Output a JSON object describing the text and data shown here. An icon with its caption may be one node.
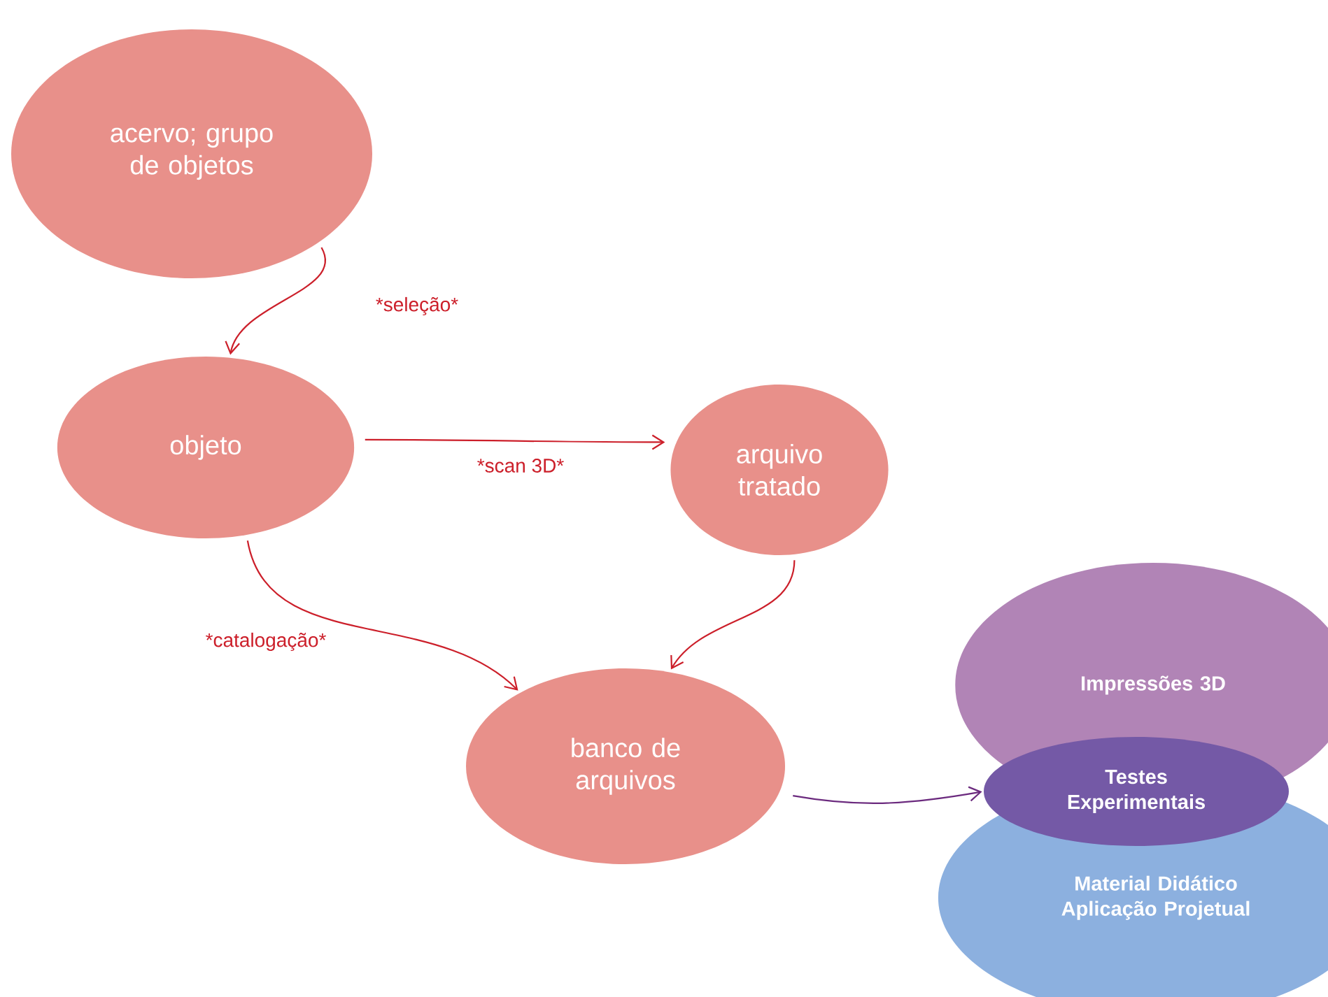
{
  "diagram": {
    "nodes": [
      {
        "text": [
          "acervo; grupo de objetos"
        ]
      },
      {
        "text": [
          "objeto"
        ]
      },
      {
        "text": [
          "arquivo tratado"
        ]
      },
      {
        "text": [
          "banco de arquivos"
        ]
      },
      {
        "text": [
          "Impressões 3D"
        ]
      },
      {
        "text": [
          "Testes Experimentais"
        ]
      },
      {
        "text": [
          "Material Didático Aplicação Projetual"
        ]
      }
    ],
    "edges": [
      {
        "from": 0,
        "to": 1,
        "arrow": "to",
        "label": "*seleção*"
      },
      {
        "from": 1,
        "to": 2,
        "arrow": "to",
        "label": "*scan 3D*"
      },
      {
        "from": 1,
        "to": 3,
        "arrow": "to",
        "label": "*catalogação*"
      },
      {
        "from": 2,
        "to": 3,
        "arrow": "to"
      },
      {
        "from": 3,
        "to": 5,
        "arrow": "to",
        "color": "#6b2a7e"
      }
    ]
  }
}
